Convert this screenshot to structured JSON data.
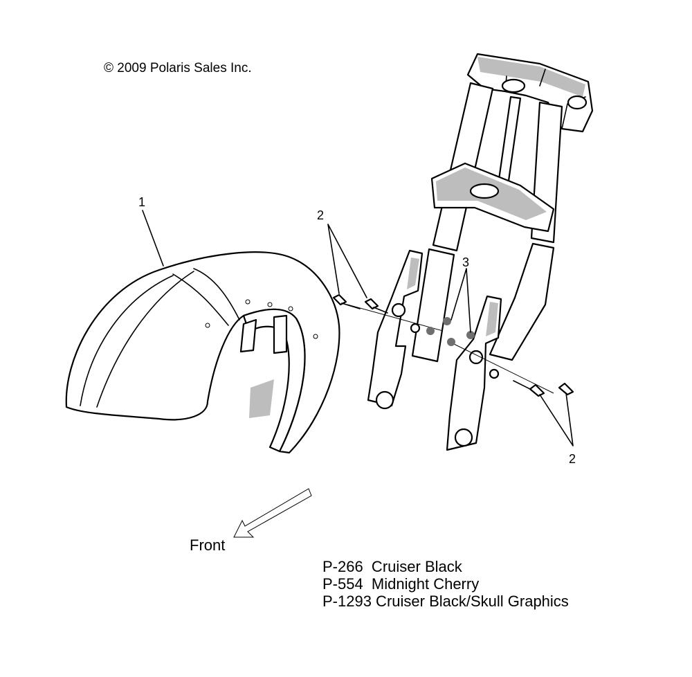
{
  "copyright": "© 2009 Polaris Sales Inc.",
  "callouts": {
    "fender": "1",
    "screws_upper": "2",
    "nuts": "3",
    "screws_lower": "2"
  },
  "direction_label": "Front",
  "paint_codes": [
    "P-266  Cruiser Black",
    "P-554  Midnight Cherry",
    "P-1293 Cruiser Black/Skull Graphics"
  ]
}
